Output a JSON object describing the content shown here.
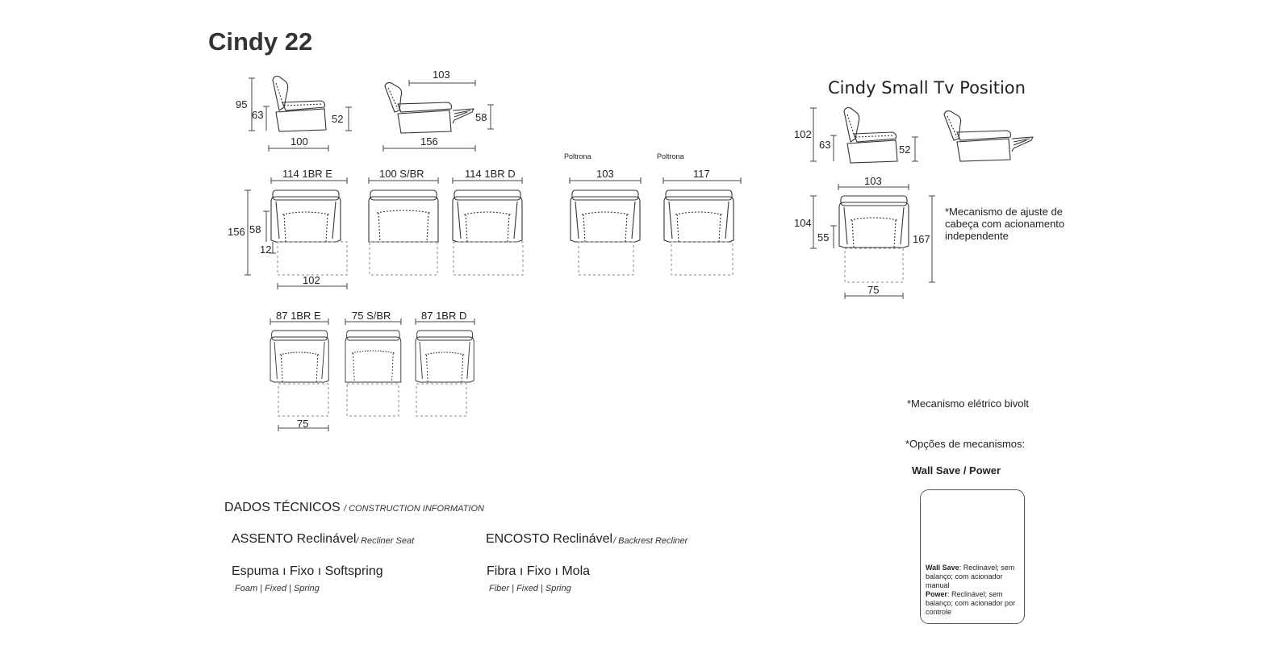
{
  "header": {
    "title": "Cindy 22"
  },
  "tv_section": {
    "title": "Cindy Small Tv Position"
  },
  "side_views": {
    "closed": {
      "height": "95",
      "seat_back": "63",
      "seat": "52",
      "depth": "100"
    },
    "reclined": {
      "top": "103",
      "leg": "58",
      "depth": "156"
    }
  },
  "modules_row1": {
    "items": [
      {
        "label": "114 1BR E"
      },
      {
        "label": "100 S/BR"
      },
      {
        "label": "114 1BR D"
      }
    ],
    "poltrona_label": "Poltrona",
    "poltrona_1": "103",
    "poltrona_2": "117",
    "depth_total": "156",
    "seat_height": "58",
    "arm_offset": "12",
    "seat_width": "102"
  },
  "modules_row2": {
    "items": [
      {
        "label": "87 1BR E"
      },
      {
        "label": "75 S/BR"
      },
      {
        "label": "87 1BR D"
      }
    ],
    "seat_width": "75"
  },
  "tv_dims": {
    "height": "102",
    "seat_back": "63",
    "seat": "52",
    "width": "103",
    "depth": "104",
    "seat_depth": "55",
    "reclined_depth": "167",
    "seat_width": "75"
  },
  "notes": {
    "headrest": "*Mecanismo de ajuste de cabeça com acionamento independente",
    "electric": "*Mecanismo elétrico bivolt",
    "options": "*Opções de mecanismos:",
    "mech_title": "Wall Save / Power",
    "wall_save_label": "Wall Save",
    "wall_save_text": ": Reclinável; sem balanço; com acionador manual",
    "power_label": "Power",
    "power_text": ": Reclinável; sem balanço; com acionador por controle"
  },
  "tech": {
    "title": "DADOS TÉCNICOS",
    "title_en": "/ CONSTRUCTION INFORMATION",
    "seat": "ASSENTO Reclinável",
    "seat_en": "/ Recliner Seat",
    "back": "ENCOSTO Reclinável",
    "back_en": "/ Backrest Recliner",
    "seat_materials": "Espuma  ı  Fixo  ı  Softspring",
    "seat_materials_en": "Foam |  Fixed |  Spring",
    "back_materials": "Fibra  ı  Fixo  ı  Mola",
    "back_materials_en": "Fiber |  Fixed |  Spring"
  },
  "colors": {
    "line": "#333333",
    "dashed": "#888888",
    "text": "#222222"
  }
}
